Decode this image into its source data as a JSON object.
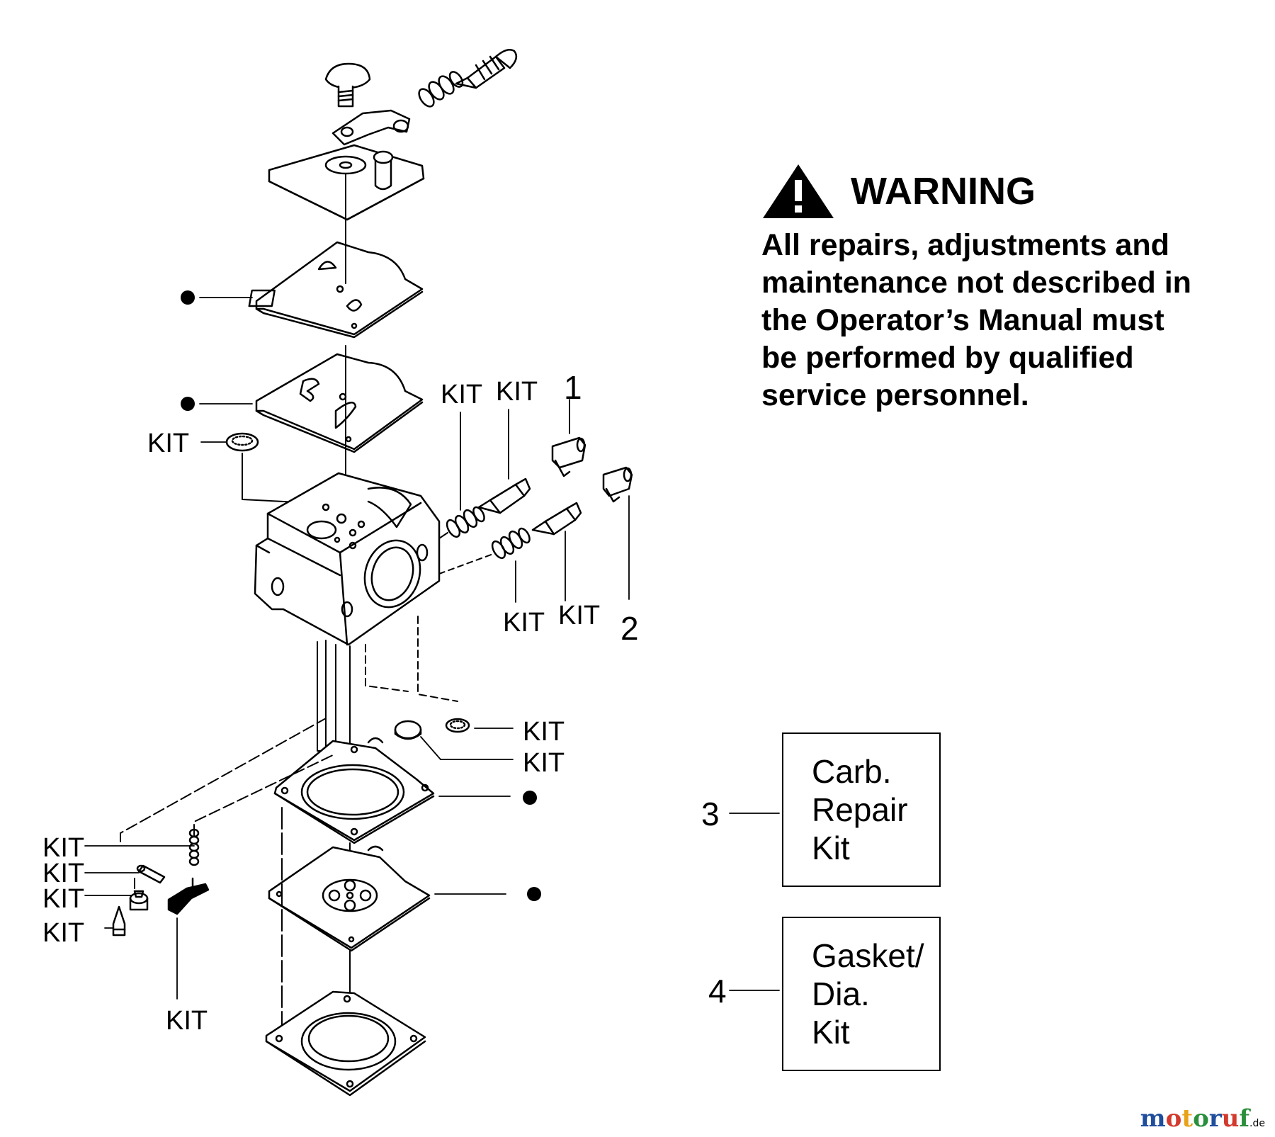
{
  "warning": {
    "title": "WARNING",
    "lines": [
      "All repairs, adjustments and",
      "maintenance not described in",
      "the Operator’s Manual must",
      "be performed by qualified",
      "service personnel."
    ]
  },
  "callouts": {
    "kit": "KIT",
    "one": "1",
    "two": "2",
    "three": "3",
    "four": "4"
  },
  "legend": {
    "box3": [
      "Carb.",
      "Repair",
      "Kit"
    ],
    "box4": [
      "Gasket/",
      "Dia.",
      "Kit"
    ]
  },
  "watermark": {
    "m": "m",
    "o1": "o",
    "t": "t",
    "o2": "o",
    "r": "r",
    "u": "u",
    "f": "f",
    "tld": ".de",
    "colors": [
      "#1f4e9c",
      "#d23a2e",
      "#e8a21a",
      "#2a8f3c",
      "#1f4e9c",
      "#d23a2e",
      "#2a8f3c"
    ]
  }
}
